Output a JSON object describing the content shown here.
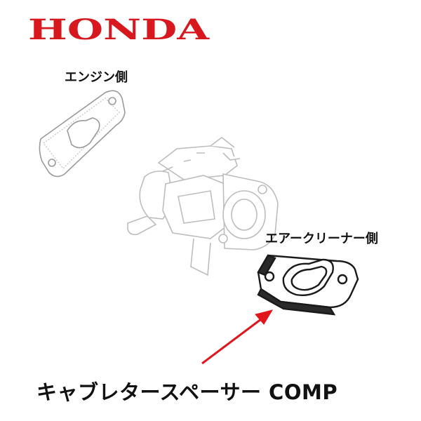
{
  "brand": {
    "logo_text": "HONDA",
    "color": "#d7191f"
  },
  "labels": {
    "engine_side": "エンジン側",
    "air_cleaner_side": "エアークリーナー側"
  },
  "product": {
    "title": "キャブレタースペーサー COMP"
  },
  "colors": {
    "arrow": "#e0161c",
    "line_faint": "#bdbdbd",
    "line_dark": "#1a1a1a"
  }
}
